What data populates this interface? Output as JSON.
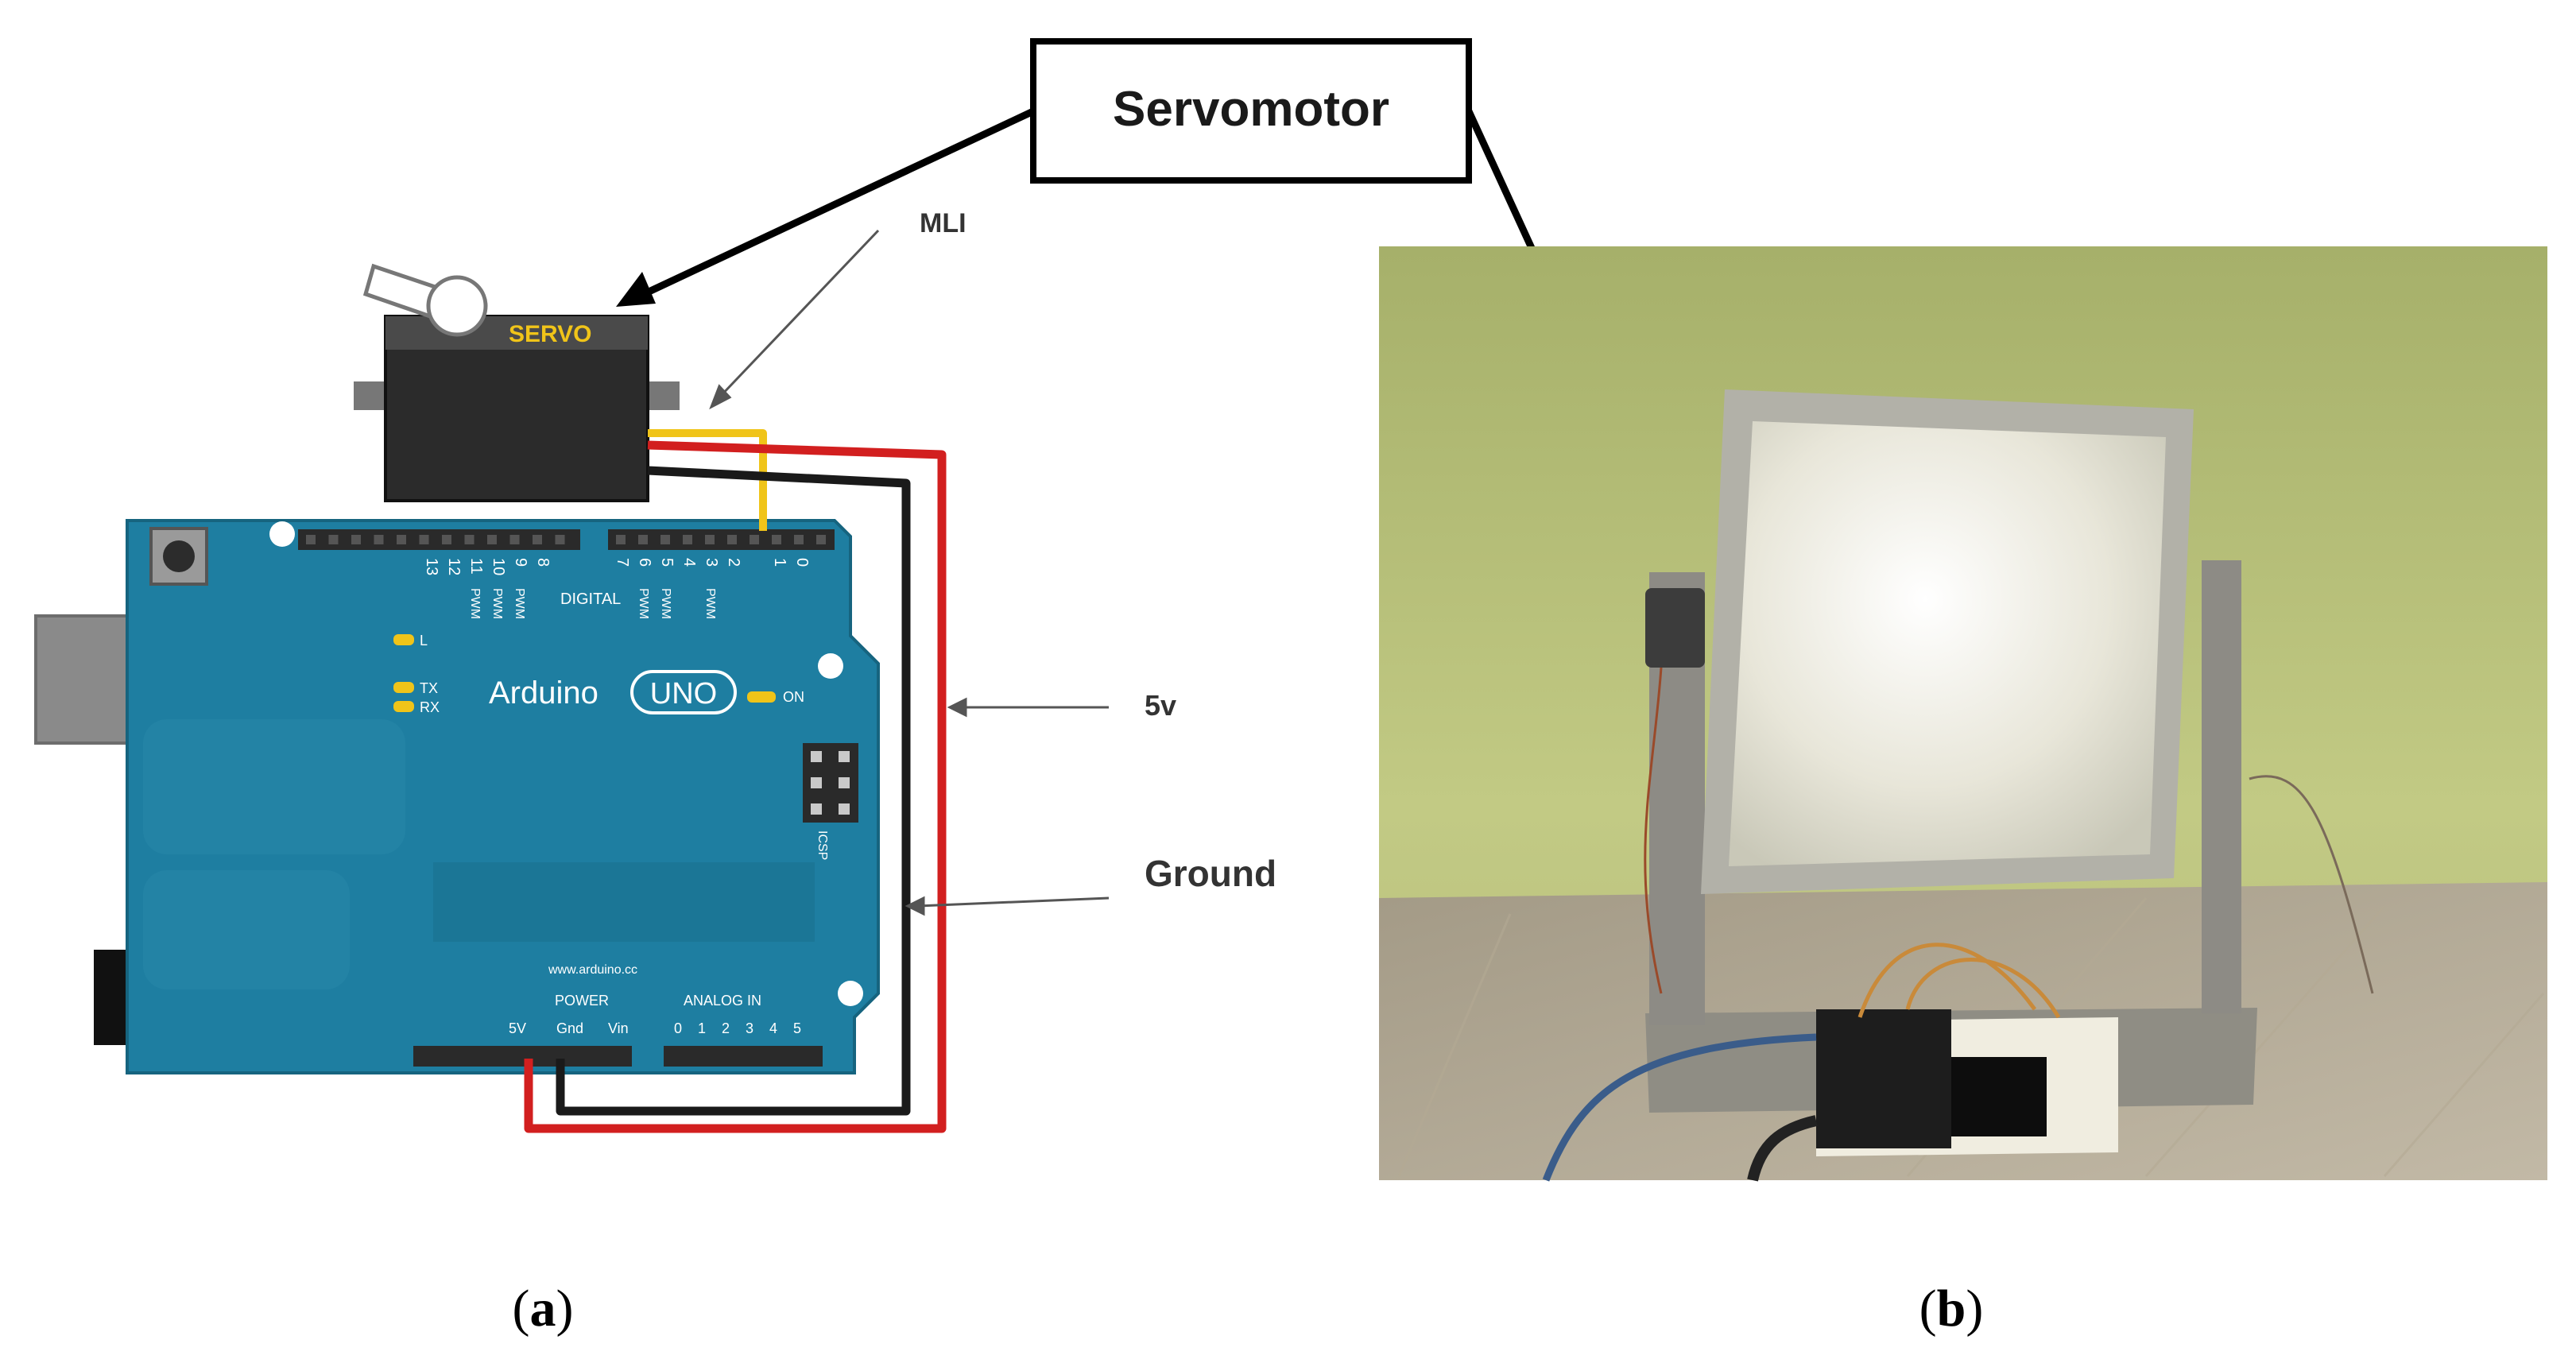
{
  "callout": {
    "servomotor": "Servomotor"
  },
  "labels": {
    "mli": "MLI",
    "five_v": "5v",
    "ground": "Ground"
  },
  "board": {
    "brand": "Arduino",
    "model": "UNO",
    "on": "ON",
    "led_l": "L",
    "led_tx": "TX",
    "led_rx": "RX",
    "digital": "DIGITAL",
    "pwm": "PWM",
    "icsp": "ICSP",
    "website": "www.arduino.cc",
    "power": "POWER",
    "analog_in": "ANALOG IN",
    "pin_5v": "5V",
    "pin_gnd": "Gnd",
    "pin_vin": "Vin",
    "digital_pins": [
      "7",
      "6",
      "5",
      "4",
      "3",
      "2",
      "1",
      "0"
    ],
    "digital_pins_high": [
      "13",
      "12",
      "11",
      "10",
      "9",
      "8"
    ],
    "analog_pins": [
      "0",
      "1",
      "2",
      "3",
      "4",
      "5"
    ]
  },
  "servo": {
    "brand": "SERVO"
  },
  "captions": {
    "a_letter": "a",
    "b_letter": "b"
  },
  "colors": {
    "board_blue": "#1e7ea1",
    "wire_red": "#d21f1f",
    "wire_black": "#1a1a1a",
    "wire_yellow": "#f0c419",
    "wall_green": "#b9c27a",
    "panel_white": "#f2f0e4"
  }
}
